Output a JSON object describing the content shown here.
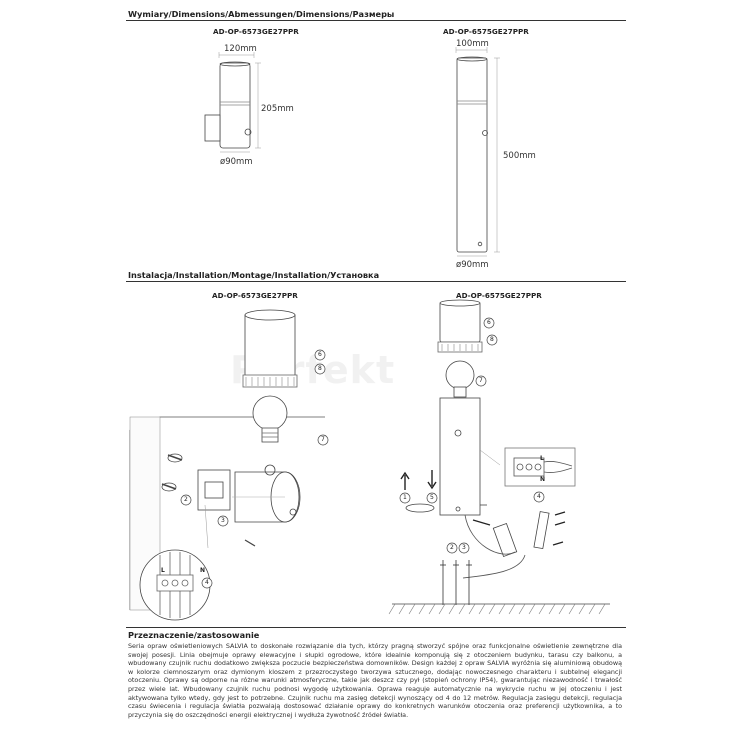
{
  "headings": {
    "dimensions": "Wymiary/Dimensions/Abmessungen/Dimensions/Размеры",
    "installation": "Instalacja/Installation/Montage/Installation/Установка",
    "purpose": "Przeznaczenie/zastosowanie"
  },
  "models": {
    "wall": "AD-OP-6573GE27PPR",
    "post": "AD-OP-6575GE27PPR"
  },
  "dims_wall": {
    "width": "120mm",
    "height": "205mm",
    "diameter": "ø90mm"
  },
  "dims_post": {
    "width": "100mm",
    "height": "500mm",
    "diameter": "ø90mm"
  },
  "steps": [
    "1",
    "2",
    "3",
    "4",
    "5",
    "6",
    "7",
    "8"
  ],
  "wiring_labels": {
    "L": "L",
    "N": "N"
  },
  "watermark": "Perfekt",
  "description": "Seria opraw oświetleniowych SALVIA to doskonałe rozwiązanie dla tych, którzy pragną stworzyć spójne oraz funkcjonalne oświetlenie zewnętrzne dla swojej posesji. Linia obejmuje oprawy elewacyjne i słupki ogrodowe, które idealnie komponują się z otoczeniem budynku, tarasu czy balkonu, a wbudowany czujnik ruchu dodatkowo zwiększa poczucie bezpieczeństwa domowników. Design każdej z opraw SALVIA wyróżnia się aluminiową obudową w kolorze ciemnoszarym oraz dymionym kloszem z przezroczystego tworzywa sztucznego, dodając nowoczesnego charakteru i subtelnej elegancji otoczeniu. Oprawy są odporne na różne warunki atmosferyczne, takie jak deszcz czy pył (stopień ochrony IP54), gwarantując niezawodność i trwałość przez wiele lat. Wbudowany czujnik ruchu podnosi wygodę użytkowania. Oprawa reaguje automatycznie na wykrycie ruchu w jej otoczeniu i jest aktywowana tylko wtedy, gdy jest to potrzebne. Czujnik ruchu ma zasięg detekcji wynoszący od 4 do 12 metrów. Regulacja zasięgu detekcji, regulacja czasu świecenia i regulacja światła pozwalają dostosować działanie oprawy do konkretnych warunków otoczenia oraz preferencji użytkownika, a to przyczynia się do oszczędności energii elektrycznej i wydłuża żywotność źródeł światła."
}
